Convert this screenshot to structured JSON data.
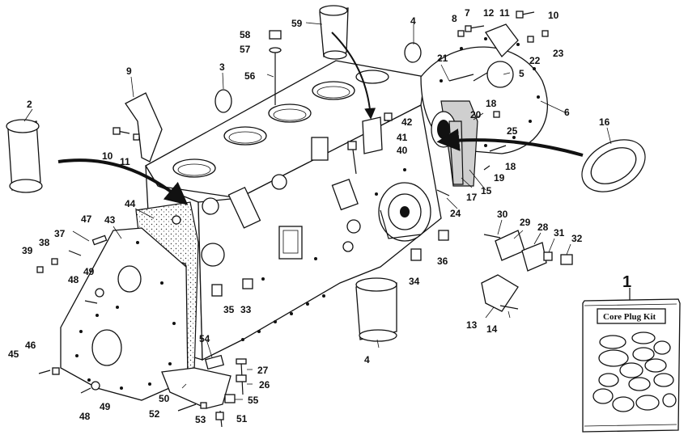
{
  "kit": {
    "title": "Core Plug Kit",
    "number": "1"
  },
  "callouts": [
    {
      "id": "c1",
      "text": "2"
    },
    {
      "id": "c2",
      "text": "59"
    },
    {
      "id": "c3",
      "text": "4"
    },
    {
      "id": "c4",
      "text": "8"
    },
    {
      "id": "c5",
      "text": "7"
    },
    {
      "id": "c6",
      "text": "12"
    },
    {
      "id": "c7",
      "text": "11"
    },
    {
      "id": "c8",
      "text": "10"
    },
    {
      "id": "c9",
      "text": "58"
    },
    {
      "id": "c10",
      "text": "57"
    },
    {
      "id": "c11",
      "text": "22"
    },
    {
      "id": "c12",
      "text": "23"
    },
    {
      "id": "c13",
      "text": "9"
    },
    {
      "id": "c14",
      "text": "3"
    },
    {
      "id": "c15",
      "text": "56"
    },
    {
      "id": "c16",
      "text": "21"
    },
    {
      "id": "c17",
      "text": "5"
    },
    {
      "id": "c18",
      "text": "18"
    },
    {
      "id": "c19",
      "text": "6"
    },
    {
      "id": "c20",
      "text": "20"
    },
    {
      "id": "c21",
      "text": "42"
    },
    {
      "id": "c22",
      "text": "16"
    },
    {
      "id": "c23",
      "text": "25"
    },
    {
      "id": "c24",
      "text": "10"
    },
    {
      "id": "c25",
      "text": "11"
    },
    {
      "id": "c26",
      "text": "41"
    },
    {
      "id": "c27",
      "text": "40"
    },
    {
      "id": "c28",
      "text": "18"
    },
    {
      "id": "c29",
      "text": "19"
    },
    {
      "id": "c30",
      "text": "17"
    },
    {
      "id": "c31",
      "text": "15"
    },
    {
      "id": "c32",
      "text": "44"
    },
    {
      "id": "c33",
      "text": "24"
    },
    {
      "id": "c34",
      "text": "47"
    },
    {
      "id": "c35",
      "text": "43"
    },
    {
      "id": "c36",
      "text": "37"
    },
    {
      "id": "c37",
      "text": "30"
    },
    {
      "id": "c38",
      "text": "29"
    },
    {
      "id": "c39",
      "text": "28"
    },
    {
      "id": "c40",
      "text": "31"
    },
    {
      "id": "c41",
      "text": "32"
    },
    {
      "id": "c42",
      "text": "39"
    },
    {
      "id": "c43",
      "text": "38"
    },
    {
      "id": "c44",
      "text": "36"
    },
    {
      "id": "c45",
      "text": "49"
    },
    {
      "id": "c46",
      "text": "48"
    },
    {
      "id": "c47",
      "text": "34"
    },
    {
      "id": "c48",
      "text": "35"
    },
    {
      "id": "c49",
      "text": "33"
    },
    {
      "id": "c50",
      "text": "13"
    },
    {
      "id": "c51",
      "text": "14"
    },
    {
      "id": "c52",
      "text": "54"
    },
    {
      "id": "c53",
      "text": "4"
    },
    {
      "id": "c54",
      "text": "45"
    },
    {
      "id": "c55",
      "text": "46"
    },
    {
      "id": "c56",
      "text": "27"
    },
    {
      "id": "c57",
      "text": "26"
    },
    {
      "id": "c58",
      "text": "50"
    },
    {
      "id": "c59",
      "text": "55"
    },
    {
      "id": "c60",
      "text": "49"
    },
    {
      "id": "c61",
      "text": "48"
    },
    {
      "id": "c62",
      "text": "52"
    },
    {
      "id": "c63",
      "text": "53"
    },
    {
      "id": "c64",
      "text": "51"
    }
  ]
}
